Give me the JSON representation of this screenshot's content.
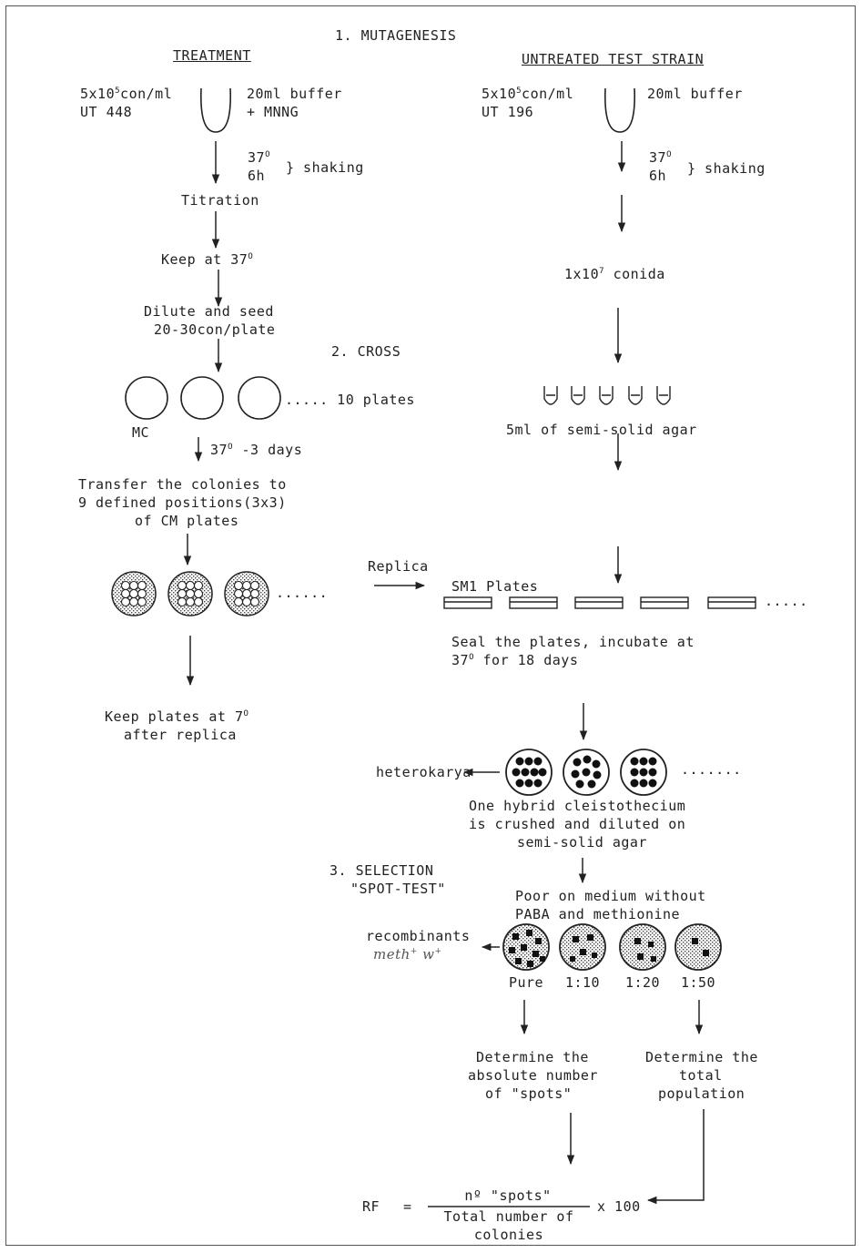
{
  "sections": {
    "mutagenesis": "1. MUTAGENESIS",
    "cross": "2. CROSS",
    "selection_1": "3. SELECTION",
    "selection_2": "\"SPOT-TEST\""
  },
  "treatment": {
    "header": "TREATMENT",
    "conc_base": "5x10",
    "conc_exp": "5",
    "conc_unit": "con/ml",
    "strain": "UT 448",
    "buffer_1": "20ml buffer",
    "buffer_2": "+ MNNG",
    "temp": "37",
    "temp_deg": "O",
    "time": "6h",
    "shaking": "} shaking",
    "titration": "Titration",
    "keep_label": "Keep at 37",
    "keep_deg": "O",
    "dilute_1": "Dilute and seed",
    "dilute_2": "20-30con/plate",
    "plates_label": "..... 10 plates",
    "mc": "MC",
    "incub_temp": "37",
    "incub_deg": "O",
    "incub_days": " -3 days",
    "transfer_1": "Transfer the colonies to",
    "transfer_2": "9 defined positions(3x3)",
    "transfer_3": "of CM plates",
    "dots": "......",
    "keep_plates_label": "Keep plates at 7",
    "keep_plates_deg": "O",
    "after_replica": "after replica"
  },
  "untreated": {
    "header": "UNTREATED TEST STRAIN",
    "conc_base": "5x10",
    "conc_exp": "5",
    "conc_unit": "con/ml",
    "strain": "UT 196",
    "buffer": "20ml buffer",
    "temp": "37",
    "temp_deg": "O",
    "time": "6h",
    "shaking": "} shaking",
    "conidia_base": "1x10",
    "conidia_exp": "7",
    "conidia_unit": " conida",
    "agar": "5ml of semi-solid agar",
    "replica": "Replica",
    "sm1": "SM1 Plates",
    "sm1_dots": ".....",
    "seal_1": "Seal the plates, incubate at",
    "seal_2_temp": "37",
    "seal_2_deg": "O",
    "seal_2_rest": "  for 18 days",
    "heterokarya": "heterokarya",
    "het_dots": ".......",
    "hybrid_1": "One hybrid cleistothecium",
    "hybrid_2": "is crushed and diluted on",
    "hybrid_3": "semi-solid agar",
    "poor_1": "Poor on medium without",
    "poor_2": "PABA and methionine",
    "recombinants": "recombinants",
    "meth": "meth",
    "plus1": "+",
    "w": "w",
    "plus2": "+",
    "dilutions": [
      "Pure",
      "1:10",
      "1:20",
      "1:50"
    ],
    "det1_1": "Determine the",
    "det1_2": "absolute number",
    "det1_3": "of \"spots\"",
    "det2_1": "Determine the",
    "det2_2": "total",
    "det2_3": "population"
  },
  "formula": {
    "lhs": "RF",
    "eq": "=",
    "numerator": "nº \"spots\"",
    "denom_1": "Total number of",
    "denom_2": "colonies",
    "times": "x 100"
  }
}
